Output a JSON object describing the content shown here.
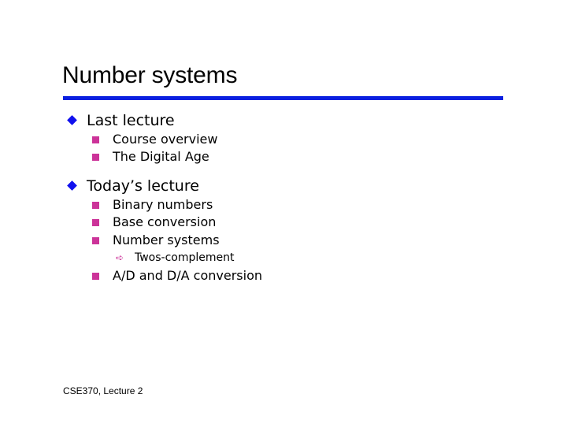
{
  "slide": {
    "title": "Number systems",
    "accent_color": "#0a20e0",
    "bullet_color": "#1010ee",
    "sub_bullet_color": "#cc3399",
    "sections": [
      {
        "label": "Last lecture",
        "items": [
          {
            "label": "Course overview"
          },
          {
            "label": "The Digital Age"
          }
        ]
      },
      {
        "label": "Today’s lecture",
        "items": [
          {
            "label": "Binary numbers"
          },
          {
            "label": "Base conversion"
          },
          {
            "label": "Number systems",
            "subitems": [
              {
                "label": "Twos-complement"
              }
            ]
          },
          {
            "label": "A/D and D/A conversion"
          }
        ]
      }
    ],
    "footer": "CSE370, Lecture 2"
  },
  "icons": {
    "level1": "diamond-icon",
    "level2": "square-icon",
    "level3": "arrow-right-icon"
  }
}
